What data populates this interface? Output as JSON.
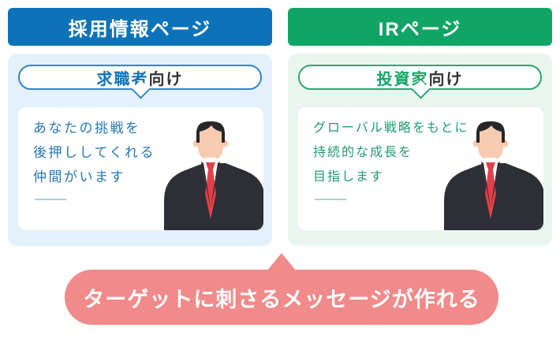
{
  "colors": {
    "blue": "#0d73b9",
    "blue_border": "#3585c4",
    "blue_text": "#2577b4",
    "blue_underline": "#a9cde8",
    "light_blue": "#e3f1fb",
    "green": "#10a565",
    "green_border": "#2ba673",
    "green_text": "#1f9c6b",
    "green_underline": "#a3dac4",
    "light_green": "#e9f6f0",
    "pink": "#f18a8a",
    "dark": "#333333"
  },
  "left_panel": {
    "header": "採用情報ページ",
    "bubble": {
      "highlight": "求職者",
      "suffix": "向け"
    },
    "message_lines": [
      "あなたの挑戦を",
      "後押ししてくれる",
      "仲間がいます"
    ],
    "illustration": "businessman-icon"
  },
  "right_panel": {
    "header": "IRページ",
    "bubble": {
      "highlight": "投資家",
      "suffix": "向け"
    },
    "message_lines": [
      "グローバル戦略をもとに",
      "持続的な成長を",
      "目指します"
    ],
    "illustration": "businessman-icon"
  },
  "banner": {
    "label": "ターゲットに刺さるメッセージが作れる"
  }
}
